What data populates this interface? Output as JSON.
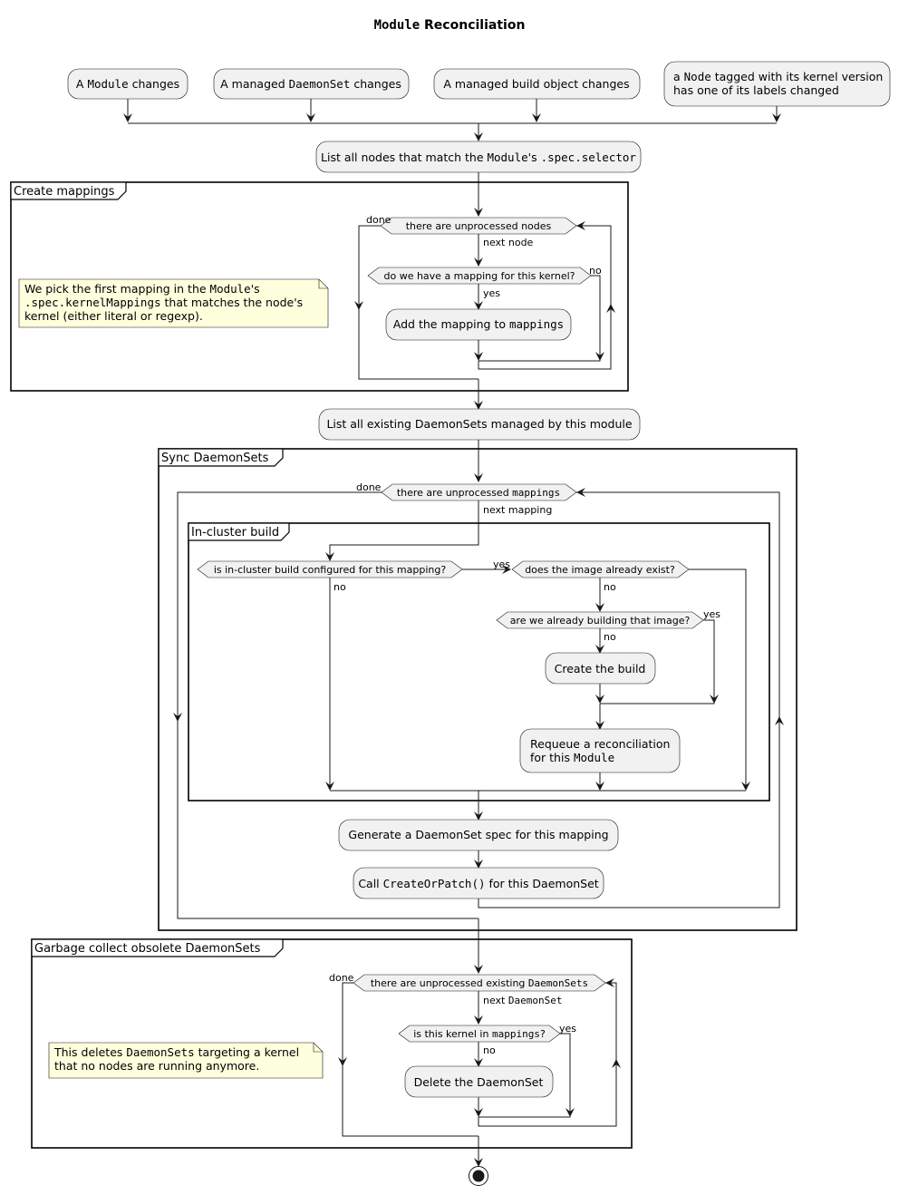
{
  "title": [
    "Module",
    " Reconciliation"
  ],
  "triggers": [
    [
      "A ",
      "Module",
      " changes"
    ],
    [
      "A managed ",
      "DaemonSet",
      " changes"
    ],
    [
      "A managed build object changes"
    ],
    [
      "a ",
      "Node",
      " tagged with its kernel version"
    ],
    [
      "has one of its labels changed"
    ]
  ],
  "list_nodes": [
    "List all nodes that match the ",
    "Module",
    "'s ",
    ".spec.selector"
  ],
  "create_mappings": {
    "frame": "Create mappings",
    "loop_cond": "there are unprocessed nodes",
    "done": "done",
    "next": "next node",
    "decision": "do we have a mapping for this kernel?",
    "no": "no",
    "yes": "yes",
    "action": [
      "Add the mapping to ",
      "mappings"
    ],
    "note": [
      [
        "We pick the first mapping in the ",
        "Module",
        "'s"
      ],
      [
        ".spec.kernelMappings",
        " that matches the node's"
      ],
      [
        "kernel (either literal or regexp)."
      ]
    ]
  },
  "list_daemonsets": "List all existing DaemonSets managed by this module",
  "sync": {
    "frame": "Sync DaemonSets",
    "loop_cond": [
      "there are unprocessed ",
      "mappings"
    ],
    "done": "done",
    "next": "next mapping",
    "generate": "Generate a DaemonSet spec for this mapping",
    "call": [
      "Call ",
      "CreateOrPatch()",
      " for this DaemonSet"
    ]
  },
  "build": {
    "frame": "In-cluster build",
    "cond1": "is in-cluster build configured for this mapping?",
    "cond1_yes": "yes",
    "cond1_no": "no",
    "cond2": "does the image already exist?",
    "cond2_no": "no",
    "cond3": "are we already building that image?",
    "cond3_yes": "yes",
    "cond3_no": "no",
    "create": "Create the build",
    "requeue": [
      [
        "Requeue a reconciliation"
      ],
      [
        "for this ",
        "Module"
      ]
    ]
  },
  "gc": {
    "frame": "Garbage collect obsolete DaemonSets",
    "loop_cond": [
      "there are unprocessed existing ",
      "DaemonSets"
    ],
    "done": "done",
    "next": [
      "next ",
      "DaemonSet"
    ],
    "decision": [
      "is this kernel in ",
      "mappings",
      "?"
    ],
    "yes": "yes",
    "no": "no",
    "action": "Delete the DaemonSet",
    "note": [
      [
        "This deletes ",
        "DaemonSets",
        " targeting a kernel"
      ],
      [
        "that no nodes are running anymore."
      ]
    ]
  },
  "colors": {
    "box_fill": "#f1f1f1",
    "note_fill": "#feffdd",
    "line": "#181818"
  }
}
